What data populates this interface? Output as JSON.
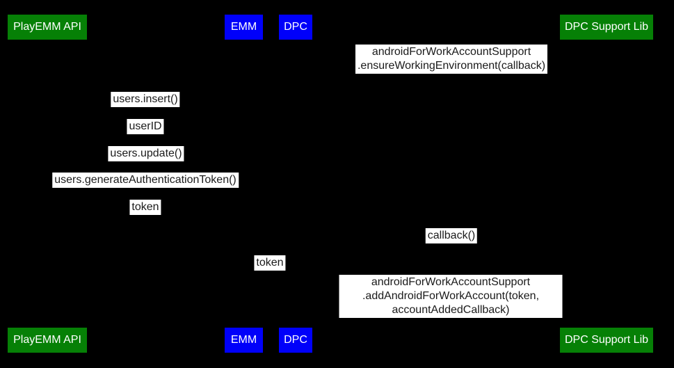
{
  "diagram": {
    "type": "sequence",
    "background_color": "#000000",
    "message_label_bg": "#ffffff",
    "message_label_text_color": "#1a1a1a",
    "actor_colors": {
      "playemm_api": "#068006",
      "emm": "#0000fa",
      "dpc": "#0000fa",
      "dpc_support_lib": "#068006"
    },
    "actors": {
      "playemm_api": "PlayEMM API",
      "emm": "EMM",
      "dpc": "DPC",
      "dpc_support_lib": "DPC Support Lib"
    },
    "messages": [
      {
        "text": "androidForWorkAccountSupport\n.ensureWorkingEnvironment(callback)"
      },
      {
        "text": "users.insert()"
      },
      {
        "text": "userID"
      },
      {
        "text": "users.update()"
      },
      {
        "text": "users.generateAuthenticationToken()"
      },
      {
        "text": "token"
      },
      {
        "text": "callback()"
      },
      {
        "text": "token"
      },
      {
        "text": "androidForWorkAccountSupport\n.addAndroidForWorkAccount(token, accountAddedCallback)"
      }
    ]
  }
}
